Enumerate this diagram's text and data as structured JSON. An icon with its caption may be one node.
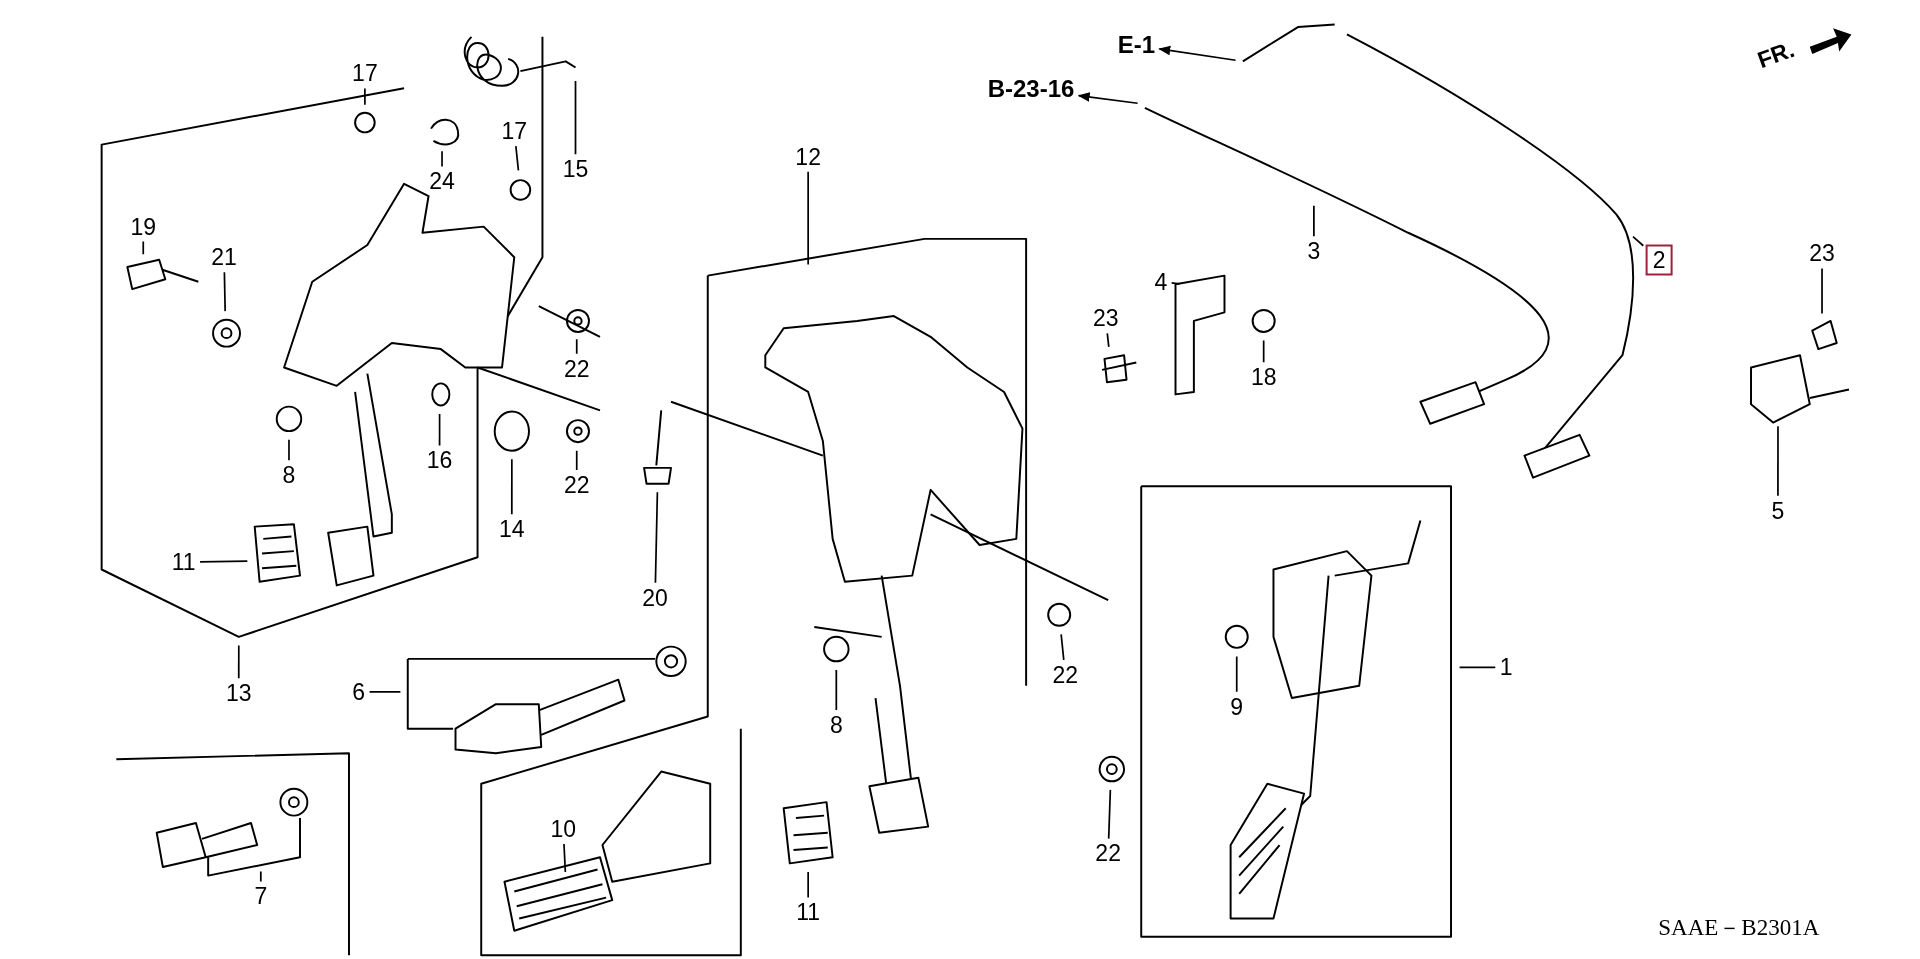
{
  "diagram": {
    "nodes": [
      {
        "text": [
          "E-1"
        ]
      },
      {
        "text": [
          "B-23-16"
        ]
      },
      {
        "text": [
          "17"
        ]
      },
      {
        "text": [
          "15"
        ]
      },
      {
        "text": [
          "24"
        ]
      },
      {
        "text": [
          "17"
        ]
      },
      {
        "text": [
          "12"
        ]
      },
      {
        "text": [
          "19"
        ]
      },
      {
        "text": [
          "21"
        ]
      },
      {
        "text": [
          "3"
        ]
      },
      {
        "text": [
          "2"
        ]
      },
      {
        "text": [
          "23"
        ]
      },
      {
        "text": [
          "4"
        ]
      },
      {
        "text": [
          "23"
        ]
      },
      {
        "text": [
          "18"
        ]
      },
      {
        "text": [
          "22"
        ]
      },
      {
        "text": [
          "8"
        ]
      },
      {
        "text": [
          "16"
        ]
      },
      {
        "text": [
          "14"
        ]
      },
      {
        "text": [
          "22"
        ]
      },
      {
        "text": [
          "5"
        ]
      },
      {
        "text": [
          "11"
        ]
      },
      {
        "text": [
          "20"
        ]
      },
      {
        "text": [
          "1"
        ]
      },
      {
        "text": [
          "13"
        ]
      },
      {
        "text": [
          "6"
        ]
      },
      {
        "text": [
          "22"
        ]
      },
      {
        "text": [
          "9"
        ]
      },
      {
        "text": [
          "8"
        ]
      },
      {
        "text": [
          "10"
        ]
      },
      {
        "text": [
          "7"
        ]
      },
      {
        "text": [
          "22"
        ]
      },
      {
        "text": [
          "11"
        ]
      }
    ],
    "edges": [
      {
        "from": null,
        "to": 0,
        "arrow": "to"
      },
      {
        "from": null,
        "to": 1,
        "arrow": "to"
      },
      {
        "from": 2,
        "to": null,
        "arrow": "none"
      },
      {
        "from": 3,
        "to": null,
        "arrow": "none"
      },
      {
        "from": 4,
        "to": null,
        "arrow": "none"
      },
      {
        "from": 5,
        "to": null,
        "arrow": "none"
      },
      {
        "from": 6,
        "to": null,
        "arrow": "none"
      },
      {
        "from": 7,
        "to": null,
        "arrow": "none"
      },
      {
        "from": 8,
        "to": null,
        "arrow": "none"
      },
      {
        "from": 9,
        "to": null,
        "arrow": "none"
      },
      {
        "from": 10,
        "to": null,
        "arrow": "none"
      },
      {
        "from": 11,
        "to": null,
        "arrow": "none"
      },
      {
        "from": 12,
        "to": null,
        "arrow": "none"
      },
      {
        "from": 13,
        "to": null,
        "arrow": "none"
      },
      {
        "from": 14,
        "to": null,
        "arrow": "none"
      },
      {
        "from": 15,
        "to": null,
        "arrow": "none"
      },
      {
        "from": 16,
        "to": null,
        "arrow": "none"
      },
      {
        "from": 17,
        "to": null,
        "arrow": "none"
      },
      {
        "from": 18,
        "to": null,
        "arrow": "none"
      },
      {
        "from": 19,
        "to": null,
        "arrow": "none"
      },
      {
        "from": 20,
        "to": null,
        "arrow": "none"
      },
      {
        "from": 21,
        "to": null,
        "arrow": "none"
      },
      {
        "from": 22,
        "to": null,
        "arrow": "none"
      },
      {
        "from": 23,
        "to": null,
        "arrow": "none"
      },
      {
        "from": 24,
        "to": null,
        "arrow": "none"
      },
      {
        "from": 25,
        "to": null,
        "arrow": "none"
      },
      {
        "from": 26,
        "to": null,
        "arrow": "none"
      },
      {
        "from": 27,
        "to": null,
        "arrow": "none"
      },
      {
        "from": 28,
        "to": null,
        "arrow": "none"
      },
      {
        "from": 29,
        "to": null,
        "arrow": "none"
      },
      {
        "from": 30,
        "to": null,
        "arrow": "none"
      },
      {
        "from": 31,
        "to": null,
        "arrow": "none"
      },
      {
        "from": 32,
        "to": null,
        "arrow": "none"
      }
    ],
    "labels": [
      "FR.",
      "SAAE－B2301A"
    ]
  }
}
